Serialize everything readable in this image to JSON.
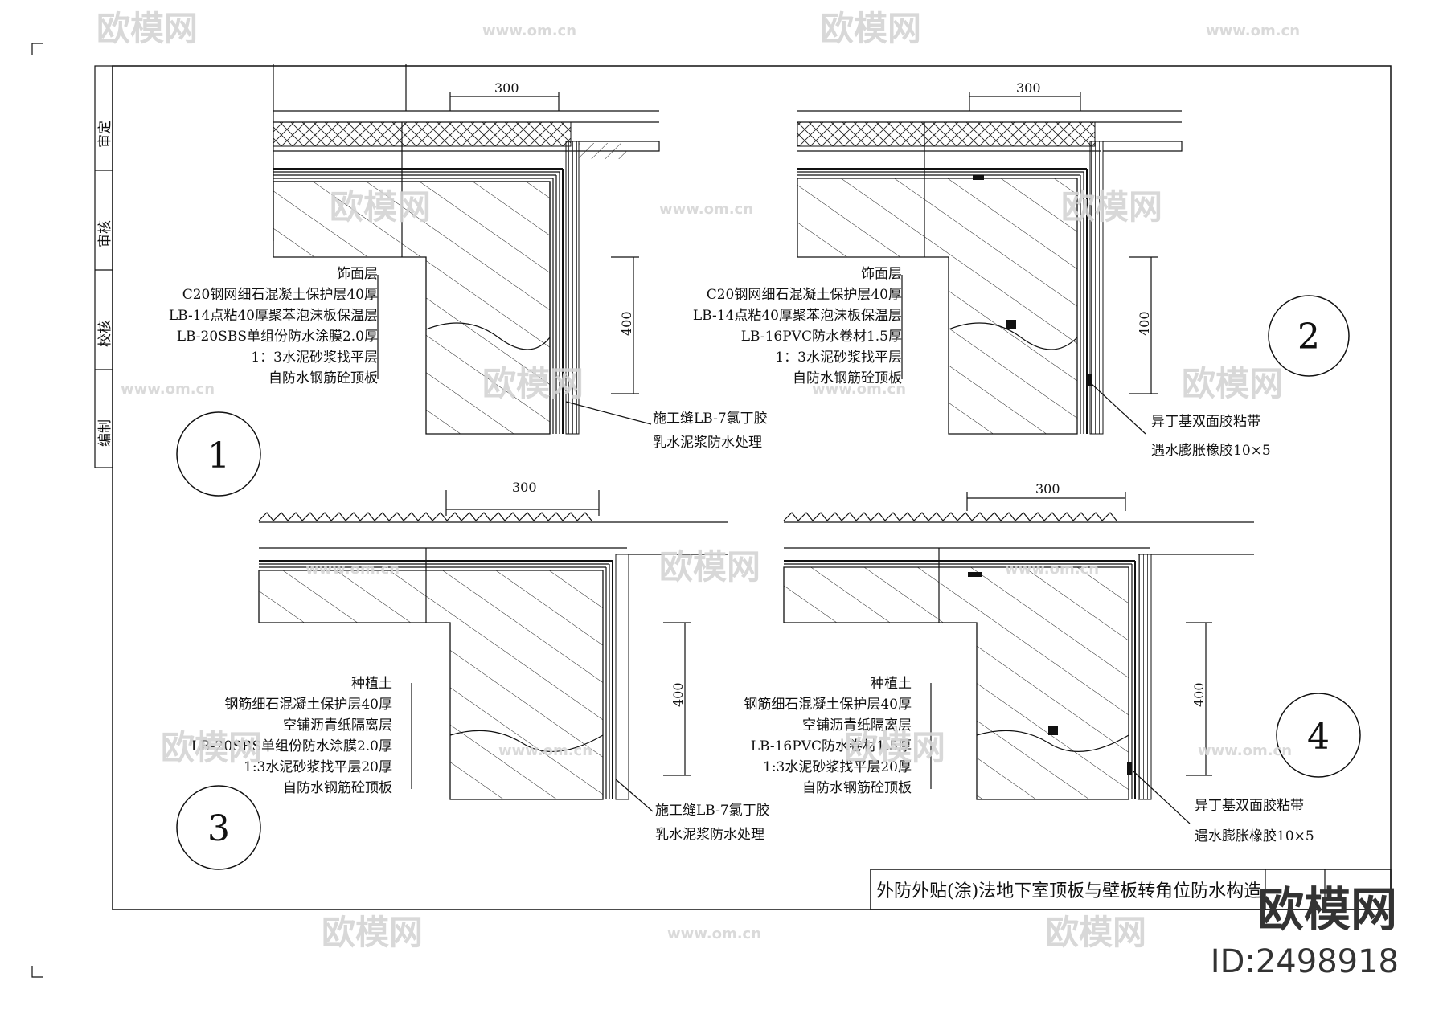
{
  "sheet": {
    "title": "外防外贴(涂)法地下室顶板与壁板转角位防水构造",
    "sidebar": [
      "审定",
      "审核",
      "校核",
      "编制"
    ]
  },
  "details": [
    {
      "number": "1",
      "dim_top": "300",
      "dim_side": "400",
      "layers": [
        "饰面层",
        "C20钢网细石混凝土保护层40厚",
        "LB-14点粘40厚聚苯泡沫板保温层",
        "LB-20SBS单组份防水涂膜2.0厚",
        "1：3水泥砂浆找平层",
        "自防水钢筋砼顶板"
      ],
      "callouts": [
        "施工缝LB-7氯丁胶",
        "乳水泥浆防水处理"
      ]
    },
    {
      "number": "2",
      "dim_top": "300",
      "dim_side": "400",
      "layers": [
        "饰面层",
        "C20钢网细石混凝土保护层40厚",
        "LB-14点粘40厚聚苯泡沫板保温层",
        "LB-16PVC防水卷材1.5厚",
        "1：3水泥砂浆找平层",
        "自防水钢筋砼顶板"
      ],
      "callouts": [
        "异丁基双面胶粘带",
        "遇水膨胀橡胶10×5"
      ]
    },
    {
      "number": "3",
      "dim_top": "300",
      "dim_side": "400",
      "layers": [
        "种植土",
        "钢筋细石混凝土保护层40厚",
        "空铺沥青纸隔离层",
        "LB-20SBS单组份防水涂膜2.0厚",
        "1:3水泥砂浆找平层20厚",
        "自防水钢筋砼顶板"
      ],
      "callouts": [
        "施工缝LB-7氯丁胶",
        "乳水泥浆防水处理"
      ]
    },
    {
      "number": "4",
      "dim_top": "300",
      "dim_side": "400",
      "layers": [
        "种植土",
        "钢筋细石混凝土保护层40厚",
        "空铺沥青纸隔离层",
        "LB-16PVC防水卷材1.5厚",
        "1:3水泥砂浆找平层20厚",
        "自防水钢筋砼顶板"
      ],
      "callouts": [
        "异丁基双面胶粘带",
        "遇水膨胀橡胶10×5"
      ]
    }
  ],
  "watermark": {
    "brand": "欧模网",
    "site": "www.om.cn",
    "id": "ID:2498918"
  }
}
